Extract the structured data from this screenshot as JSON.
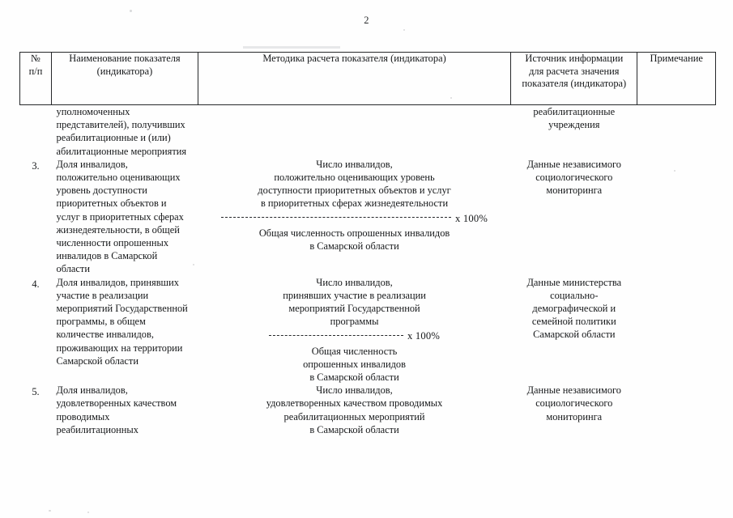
{
  "document": {
    "page_number": "2",
    "table": {
      "headers": [
        {
          "line1": "№",
          "line2": "п/п"
        },
        {
          "line1": "Наименование показателя",
          "line2": "(индикатора)"
        },
        {
          "line1": "Методика расчета показателя (индикатора)",
          "line2": ""
        },
        {
          "line1": "Источник информации",
          "line2": "для расчета значения",
          "line3": "показателя (индикатора)"
        },
        {
          "line1": "Примечание",
          "line2": ""
        }
      ],
      "rows": [
        {
          "num": "",
          "name_lines": [
            "уполномоченных",
            "представителей), получивших",
            "реабилитационные и (или)",
            "абилитационные мероприятия"
          ],
          "method": {
            "numerator_lines": [],
            "has_bar": false,
            "bar_width": "",
            "multiplier": "",
            "denominator_lines": []
          },
          "source_lines": [
            "реабилитационные",
            "учреждения"
          ],
          "note": ""
        },
        {
          "num": "3.",
          "name_lines": [
            "Доля инвалидов,",
            "положительно оценивающих",
            "уровень доступности",
            "приоритетных объектов и",
            "услуг в приоритетных сферах",
            "жизнедеятельности, в общей",
            "численности опрошенных",
            "инвалидов в Самарской",
            "области"
          ],
          "method": {
            "numerator_lines": [
              "Число инвалидов,",
              "положительно оценивающих уровень",
              "доступности приоритетных объектов и услуг",
              "в приоритетных сферах жизнедеятельности"
            ],
            "has_bar": true,
            "bar_width": "wide",
            "multiplier": "х 100%",
            "denominator_lines": [
              "Общая численность опрошенных инвалидов",
              "в Самарской области"
            ]
          },
          "source_lines": [
            "Данные независимого",
            "социологического",
            "мониторинга"
          ],
          "note": ""
        },
        {
          "num": "4.",
          "name_lines": [
            "Доля инвалидов, принявших",
            "участие в реализации",
            "мероприятий Государственной",
            "программы, в общем",
            "количестве инвалидов,",
            "проживающих на территории",
            "Самарской области"
          ],
          "method": {
            "numerator_lines": [
              "Число инвалидов,",
              "принявших участие в реализации",
              "мероприятий Государственной",
              "программы"
            ],
            "has_bar": true,
            "bar_width": "narrow",
            "multiplier": "х 100%",
            "denominator_lines": [
              "Общая численность",
              "опрошенных инвалидов",
              "в Самарской области"
            ]
          },
          "source_lines": [
            "Данные министерства",
            "социально-",
            "демографической и",
            "семейной политики",
            "Самарской области"
          ],
          "note": ""
        },
        {
          "num": "5.",
          "name_lines": [
            "Доля инвалидов,",
            "удовлетворенных качеством",
            "проводимых",
            "реабилитационных"
          ],
          "method": {
            "numerator_lines": [
              "Число инвалидов,",
              "удовлетворенных качеством проводимых",
              "реабилитационных мероприятий",
              "в Самарской области"
            ],
            "has_bar": false,
            "bar_width": "",
            "multiplier": "",
            "denominator_lines": []
          },
          "source_lines": [
            "Данные независимого",
            "социологического",
            "мониторинга"
          ],
          "note": ""
        }
      ]
    }
  }
}
